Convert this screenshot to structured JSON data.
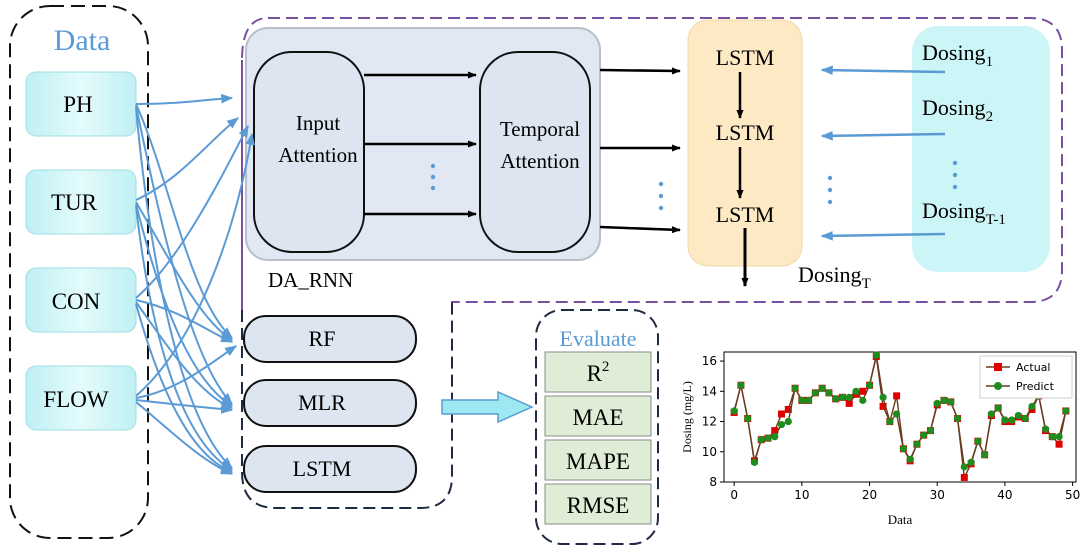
{
  "data_panel": {
    "title": "Data",
    "inputs": [
      "PH",
      "TUR",
      "CON",
      "FLOW"
    ]
  },
  "da_rnn": {
    "label": "DA_RNN",
    "input_attention": [
      "Input",
      "Attention"
    ],
    "temporal_attention": [
      "Temporal",
      "Attention"
    ]
  },
  "lstm_stack": {
    "cells": [
      "LSTM",
      "LSTM",
      "LSTM"
    ]
  },
  "dosing": {
    "inputs": [
      {
        "base": "Dosing",
        "sub": "1"
      },
      {
        "base": "Dosing",
        "sub": "2"
      },
      {
        "base": "Dosing",
        "sub": "T-1"
      }
    ],
    "output": {
      "base": "Dosing",
      "sub": "T"
    }
  },
  "baselines": [
    "RF",
    "MLR",
    "LSTM"
  ],
  "evaluate": {
    "title": "Evaluate",
    "metrics": [
      {
        "base": "R",
        "sup": "2"
      },
      {
        "base": "MAE",
        "sup": ""
      },
      {
        "base": "MAPE",
        "sup": ""
      },
      {
        "base": "RMSE",
        "sup": ""
      }
    ]
  },
  "colors": {
    "arrow_blue": "#5b9bd5",
    "data_cyan": "#ccf5f7",
    "rnn_fill": "#e1e8f3",
    "lstm_fill": "#fde9c4",
    "metric_fill": "#dfecd6",
    "frame_purple": "#7a4fa0",
    "actual": "#e00000",
    "predict": "#1e8c1e",
    "line": "#6b3a1f"
  },
  "chart_data": {
    "type": "line",
    "xlabel": "Data",
    "ylabel": "Dosing (mg/L)",
    "xlim": [
      -1.5,
      50.5
    ],
    "ylim": [
      8,
      16.6
    ],
    "xticks": [
      0,
      10,
      20,
      30,
      40,
      50
    ],
    "yticks": [
      8,
      10,
      12,
      14,
      16
    ],
    "legend": "top-right",
    "x": [
      0,
      1,
      2,
      3,
      4,
      5,
      6,
      7,
      8,
      9,
      10,
      11,
      12,
      13,
      14,
      15,
      16,
      17,
      18,
      19,
      20,
      21,
      22,
      23,
      24,
      25,
      26,
      27,
      28,
      29,
      30,
      31,
      32,
      33,
      34,
      35,
      36,
      37,
      38,
      39,
      40,
      41,
      42,
      43,
      44,
      45,
      46,
      47,
      48,
      49
    ],
    "series": [
      {
        "name": "Actual",
        "marker": "square",
        "values": [
          12.6,
          14.4,
          12.2,
          9.4,
          10.8,
          10.9,
          11.4,
          12.5,
          12.8,
          14.2,
          13.4,
          13.4,
          13.9,
          14.2,
          13.9,
          13.5,
          13.6,
          13.2,
          13.8,
          14.0,
          14.4,
          16.3,
          13.0,
          12.0,
          13.7,
          10.2,
          9.4,
          10.5,
          11.1,
          11.4,
          13.1,
          13.4,
          13.3,
          12.2,
          8.3,
          9.2,
          10.7,
          9.8,
          12.4,
          12.9,
          12.0,
          12.0,
          12.3,
          12.2,
          12.8,
          13.7,
          11.4,
          11.0,
          10.5,
          12.7
        ]
      },
      {
        "name": "Predict",
        "marker": "circle",
        "values": [
          12.7,
          14.4,
          12.2,
          9.3,
          10.8,
          10.9,
          11.0,
          11.8,
          12.0,
          14.2,
          13.4,
          13.4,
          13.9,
          14.2,
          13.9,
          13.5,
          13.6,
          13.6,
          14.0,
          13.4,
          14.4,
          16.4,
          13.6,
          12.0,
          12.5,
          10.2,
          9.5,
          10.5,
          11.1,
          11.4,
          13.2,
          13.4,
          13.3,
          12.2,
          9.0,
          9.3,
          10.7,
          9.8,
          12.5,
          12.9,
          12.1,
          12.1,
          12.4,
          12.2,
          13.0,
          13.7,
          11.5,
          11.0,
          11.0,
          12.7
        ]
      }
    ]
  }
}
